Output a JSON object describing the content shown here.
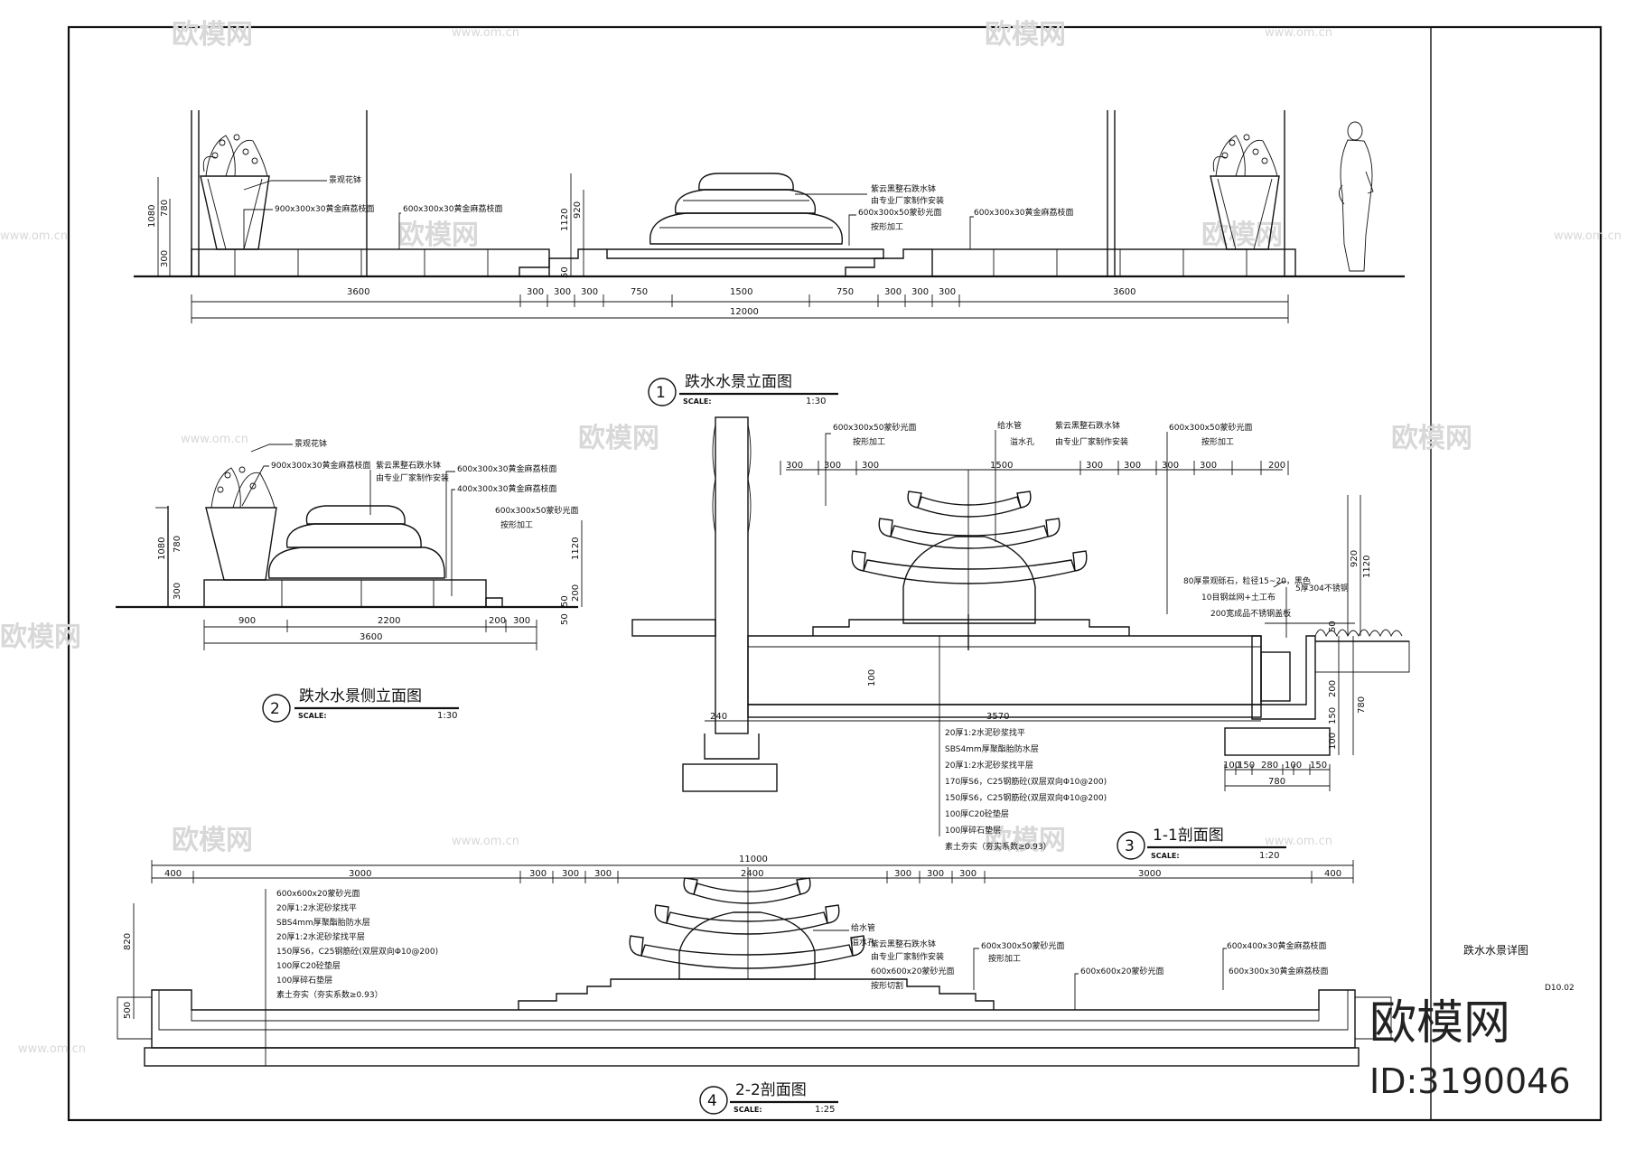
{
  "sheet": {
    "side_title": "跌水水景详图",
    "sheet_no": "D10.02",
    "watermark_brand": "欧模网",
    "watermark_url": "www.om.cn",
    "stamp_brand": "欧模网",
    "stamp_id": "ID:3190046"
  },
  "view1": {
    "num": "1",
    "title": "跌水水景立面图",
    "scale_label": "SCALE:",
    "ratio": "1:30",
    "dims": [
      "3600",
      "300",
      "300",
      "300",
      "750",
      "1500",
      "750",
      "300",
      "300",
      "300",
      "3600"
    ],
    "total": "12000",
    "heights": [
      "300",
      "780",
      "1080",
      "1120",
      "920",
      "50",
      "50"
    ],
    "notes": [
      "景观花钵",
      "900x300x30黄金麻荔枝面",
      "600x300x30黄金麻荔枝面",
      "紫云黑整石跌水钵",
      "由专业厂家制作安装",
      "600x300x50蒙砂光面",
      "按形加工",
      "600x300x30黄金麻荔枝面"
    ]
  },
  "view2": {
    "num": "2",
    "title": "跌水水景侧立面图",
    "scale_label": "SCALE:",
    "ratio": "1:30",
    "dims": [
      "900",
      "2200",
      "200",
      "300"
    ],
    "total": "3600",
    "heights": [
      "300",
      "780",
      "1080",
      "1120",
      "50",
      "200",
      "50"
    ],
    "notes": [
      "景观花钵",
      "900x300x30黄金麻荔枝面",
      "紫云黑整石跌水钵",
      "由专业厂家制作安装",
      "600x300x30黄金麻荔枝面",
      "400x300x30黄金麻荔枝面",
      "600x300x50蒙砂光面",
      "按形加工"
    ]
  },
  "view3": {
    "num": "3",
    "title": "1-1剖面图",
    "scale_label": "SCALE:",
    "ratio": "1:20",
    "dims_top": [
      "300",
      "300",
      "300",
      "1500",
      "300",
      "300",
      "300",
      "300",
      "200"
    ],
    "dims_bottom": [
      "240",
      "3570",
      "100",
      "150",
      "280",
      "100",
      "150",
      "780"
    ],
    "heights": [
      "920",
      "1120",
      "50",
      "100",
      "200",
      "150",
      "100",
      "780"
    ],
    "notes_top": [
      "600x300x50蒙砂光面",
      "按形加工",
      "给水管",
      "溢水孔",
      "紫云黑整石跌水钵",
      "由专业厂家制作安装",
      "600x300x50蒙砂光面",
      "按形加工"
    ],
    "notes_right": [
      "80厚景观砾石，粒径15~20，黑色",
      "10目钢丝网+土工布",
      "200宽成品不锈钢盖板",
      "5厚304不锈钢"
    ],
    "layers": [
      "20厚1:2水泥砂浆找平",
      "SBS4mm厚聚酯胎防水层",
      "20厚1:2水泥砂浆找平层",
      "170厚S6，C25钢筋砼(双层双向Φ10@200)",
      "150厚S6，C25钢筋砼(双层双向Φ10@200)",
      "100厚C20砼垫层",
      "100厚碎石垫层",
      "素土夯实（夯实系数≥0.93）"
    ]
  },
  "view4": {
    "num": "4",
    "title": "2-2剖面图",
    "scale_label": "SCALE:",
    "ratio": "1:25",
    "dims": [
      "400",
      "3000",
      "300",
      "300",
      "300",
      "2400",
      "300",
      "300",
      "300",
      "3000",
      "400"
    ],
    "total": "11000",
    "heights": [
      "820",
      "500"
    ],
    "layers": [
      "600x600x20蒙砂光面",
      "20厚1:2水泥砂浆找平",
      "SBS4mm厚聚酯胎防水层",
      "20厚1:2水泥砂浆找平层",
      "150厚S6，C25钢筋砼(双层双向Φ10@200)",
      "100厚C20砼垫层",
      "100厚碎石垫层",
      "素土夯实（夯实系数≥0.93）"
    ],
    "notes": [
      "给水管",
      "溢水孔",
      "紫云黑整石跌水钵",
      "由专业厂家制作安装",
      "600x600x20蒙砂光面",
      "按形切割",
      "600x300x50蒙砂光面",
      "按形加工",
      "600x600x20蒙砂光面",
      "600x400x30黄金麻荔枝面",
      "600x300x30黄金麻荔枝面"
    ]
  }
}
